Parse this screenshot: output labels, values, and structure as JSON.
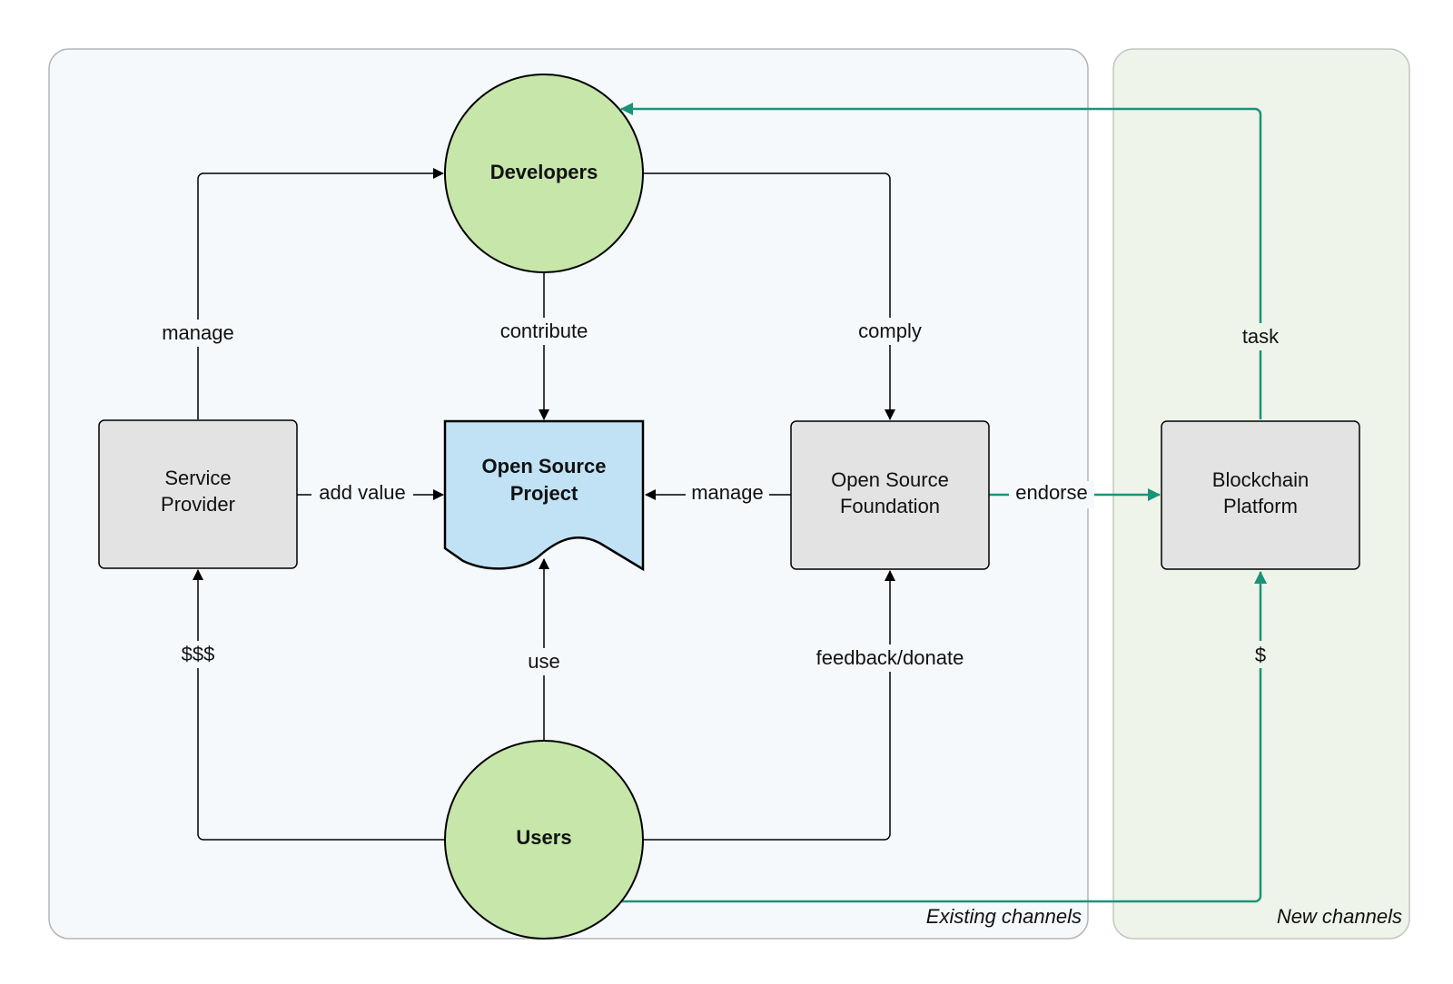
{
  "groups": {
    "existing": "Existing channels",
    "new": "New channels"
  },
  "nodes": {
    "developers": "Developers",
    "users": "Users",
    "project_line1": "Open Source",
    "project_line2": "Project",
    "provider_line1": "Service",
    "provider_line2": "Provider",
    "foundation_line1": "Open Source",
    "foundation_line2": "Foundation",
    "blockchain_line1": "Blockchain",
    "blockchain_line2": "Platform"
  },
  "edges": {
    "manage_dev": "manage",
    "contribute": "contribute",
    "comply": "comply",
    "task": "task",
    "add_value": "add value",
    "manage_project": "manage",
    "endorse": "endorse",
    "money_provider": "$$$",
    "use": "use",
    "feedback": "feedback/donate",
    "money_blockchain": "$"
  },
  "colors": {
    "existing_bg": "#f6f9fc",
    "new_bg": "#eef4e9",
    "circle_fill": "#c6e6aa",
    "project_fill": "#c1e2f5",
    "box_fill": "#e3e3e3",
    "teal": "#1a9478"
  }
}
